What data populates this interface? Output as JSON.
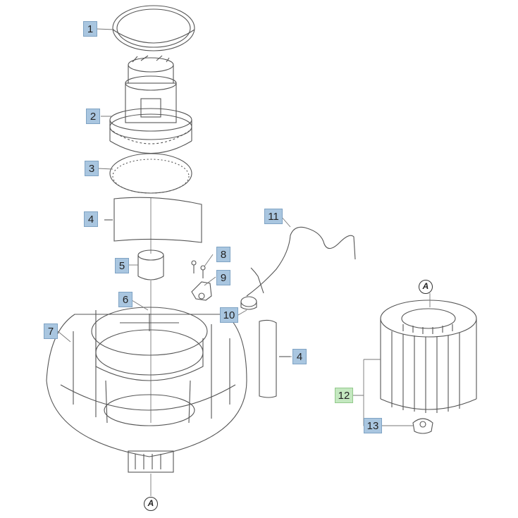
{
  "callouts": [
    {
      "id": "c1",
      "label": "1"
    },
    {
      "id": "c2",
      "label": "2"
    },
    {
      "id": "c3",
      "label": "3"
    },
    {
      "id": "c4a",
      "label": "4"
    },
    {
      "id": "c5",
      "label": "5"
    },
    {
      "id": "c6",
      "label": "6"
    },
    {
      "id": "c7",
      "label": "7"
    },
    {
      "id": "c8",
      "label": "8"
    },
    {
      "id": "c9",
      "label": "9"
    },
    {
      "id": "c10",
      "label": "10"
    },
    {
      "id": "c11",
      "label": "11"
    },
    {
      "id": "c4b",
      "label": "4"
    },
    {
      "id": "c12",
      "label": "12"
    },
    {
      "id": "c13",
      "label": "13"
    }
  ],
  "ref_badges": {
    "top_filter": "A",
    "bottom_outlet": "A"
  },
  "colors": {
    "callout_fill": "#a9c6e0",
    "callout_highlight": "#c4e8c0",
    "line_art": "#555555"
  }
}
